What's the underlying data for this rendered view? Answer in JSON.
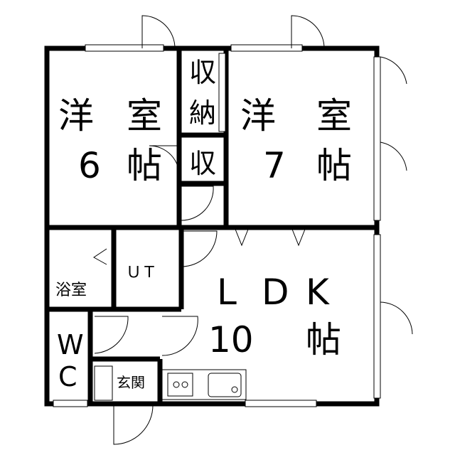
{
  "title": "Floor plan 2LDK",
  "rooms": {
    "western_6": {
      "kanji1": "洋",
      "kanji2": "室",
      "size": "6",
      "unit": "帖"
    },
    "western_7": {
      "kanji1": "洋",
      "kanji2": "室",
      "size": "7",
      "unit": "帖"
    },
    "closet_a": {
      "char1": "収",
      "char2": "納"
    },
    "closet_b": {
      "char1": "収"
    },
    "bath": {
      "label": "浴室"
    },
    "utility": {
      "label": "ＵＴ"
    },
    "ldk": {
      "label_l": "L",
      "label_d": "D",
      "label_k": "K",
      "size": "10",
      "unit": "帖"
    },
    "wc": {
      "w": "W",
      "c": "C"
    },
    "entrance": {
      "label": "玄関"
    }
  }
}
